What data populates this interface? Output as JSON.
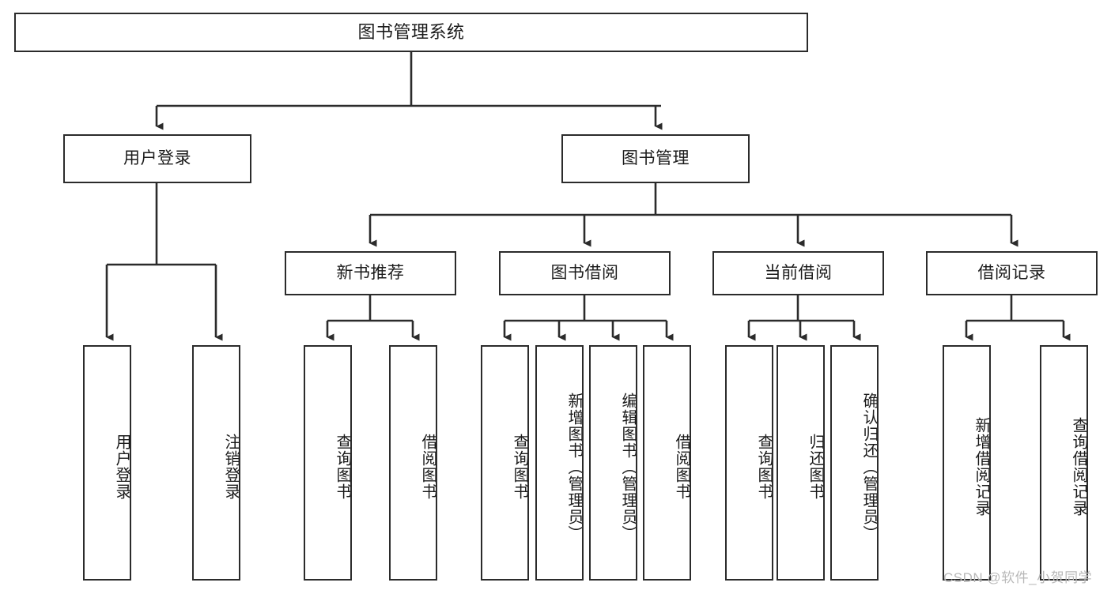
{
  "diagram": {
    "title": "图书管理系统",
    "type": "hierarchy-tree",
    "orientation": "top-down",
    "colors": {
      "box_border": "#2b2b2b",
      "box_fill": "#ffffff",
      "connector": "#2b2b2b",
      "text": "#1b1b1b",
      "watermark": "#b9b9b9",
      "background": "#ffffff"
    }
  },
  "root": {
    "label": "图书管理系统"
  },
  "level1": [
    {
      "label": "用户登录"
    },
    {
      "label": "图书管理"
    }
  ],
  "level2": [
    {
      "label": "新书推荐"
    },
    {
      "label": "图书借阅"
    },
    {
      "label": "当前借阅"
    },
    {
      "label": "借阅记录"
    }
  ],
  "leaves": {
    "user_login": [
      {
        "label": "用户登录"
      },
      {
        "label": "注销登录"
      }
    ],
    "new_book_recommend": [
      {
        "label": "查询图书"
      },
      {
        "label": "借阅图书"
      }
    ],
    "book_borrow": [
      {
        "label": "查询图书"
      },
      {
        "label": "新增图书（管理员）"
      },
      {
        "label": "编辑图书（管理员）"
      },
      {
        "label": "借阅图书"
      }
    ],
    "current_borrow": [
      {
        "label": "查询图书"
      },
      {
        "label": "归还图书"
      },
      {
        "label": "确认归还（管理员）"
      }
    ],
    "borrow_record": [
      {
        "label": "新增借阅记录"
      },
      {
        "label": "查询借阅记录"
      }
    ]
  },
  "watermark": {
    "text": "CSDN @软件_小贺同学"
  }
}
